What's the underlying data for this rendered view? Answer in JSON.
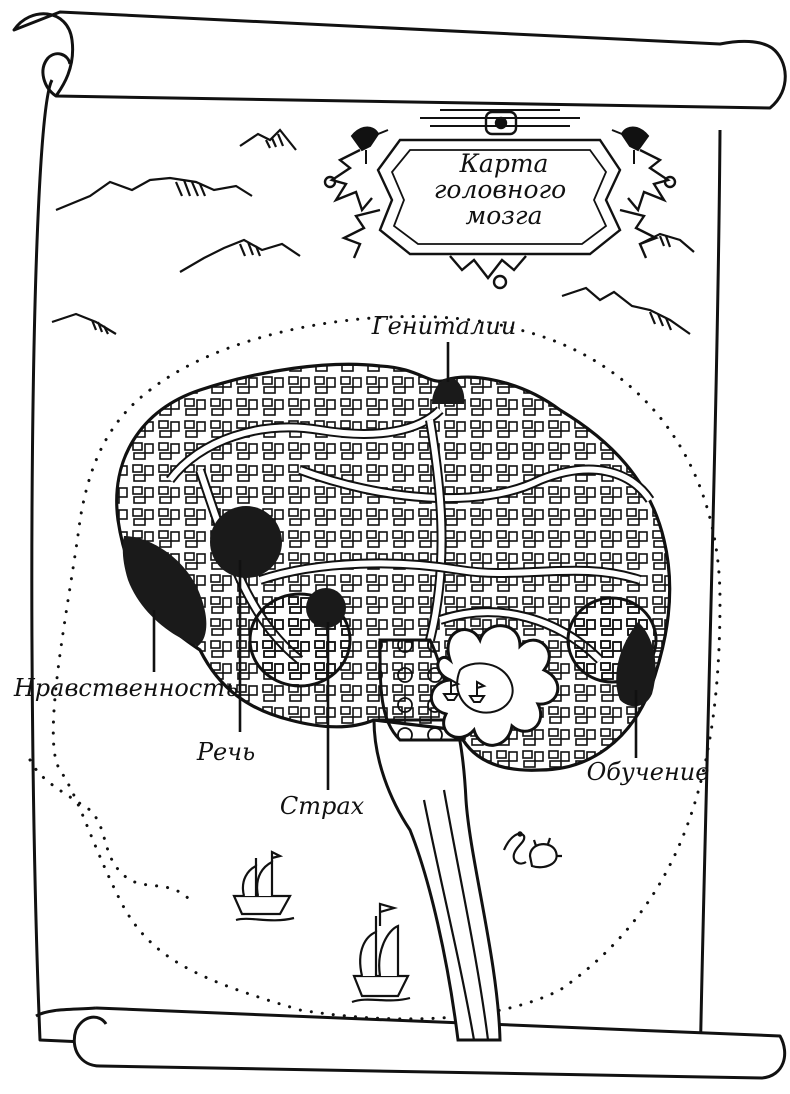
{
  "map": {
    "title_lines": [
      "Карта",
      "головного",
      "мозга"
    ],
    "regions": [
      {
        "id": "genitals",
        "label": "Гениталии"
      },
      {
        "id": "morality",
        "label": "Нравственность"
      },
      {
        "id": "speech",
        "label": "Речь"
      },
      {
        "id": "fear",
        "label": "Страх"
      },
      {
        "id": "learning",
        "label": "Обучение"
      }
    ],
    "colors": {
      "ink": "#111111",
      "paper": "#ffffff",
      "region_fill": "#1a1a1a"
    },
    "icons": [
      "ship-icon",
      "sea-serpent-icon",
      "sea-monster-icon",
      "bird-icon",
      "mountain-icon",
      "compass-cartouche"
    ]
  }
}
